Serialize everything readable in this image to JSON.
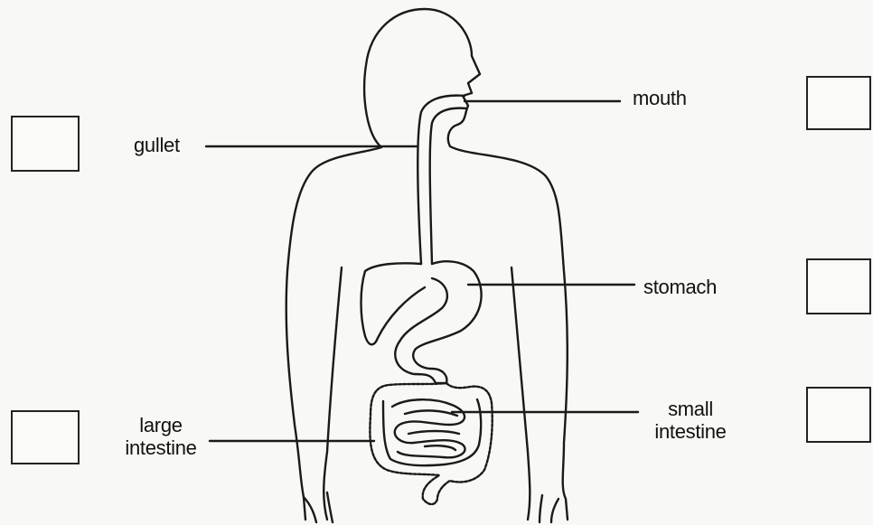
{
  "labels": {
    "mouth": "mouth",
    "gullet": "gullet",
    "stomach": "stomach",
    "large_intestine_line1": "large",
    "large_intestine_line2": "intestine",
    "small_intestine_line1": "small",
    "small_intestine_line2": "intestine"
  },
  "answer_boxes": {
    "mouth": "",
    "gullet": "",
    "stomach": "",
    "large_intestine": "",
    "small_intestine": ""
  }
}
